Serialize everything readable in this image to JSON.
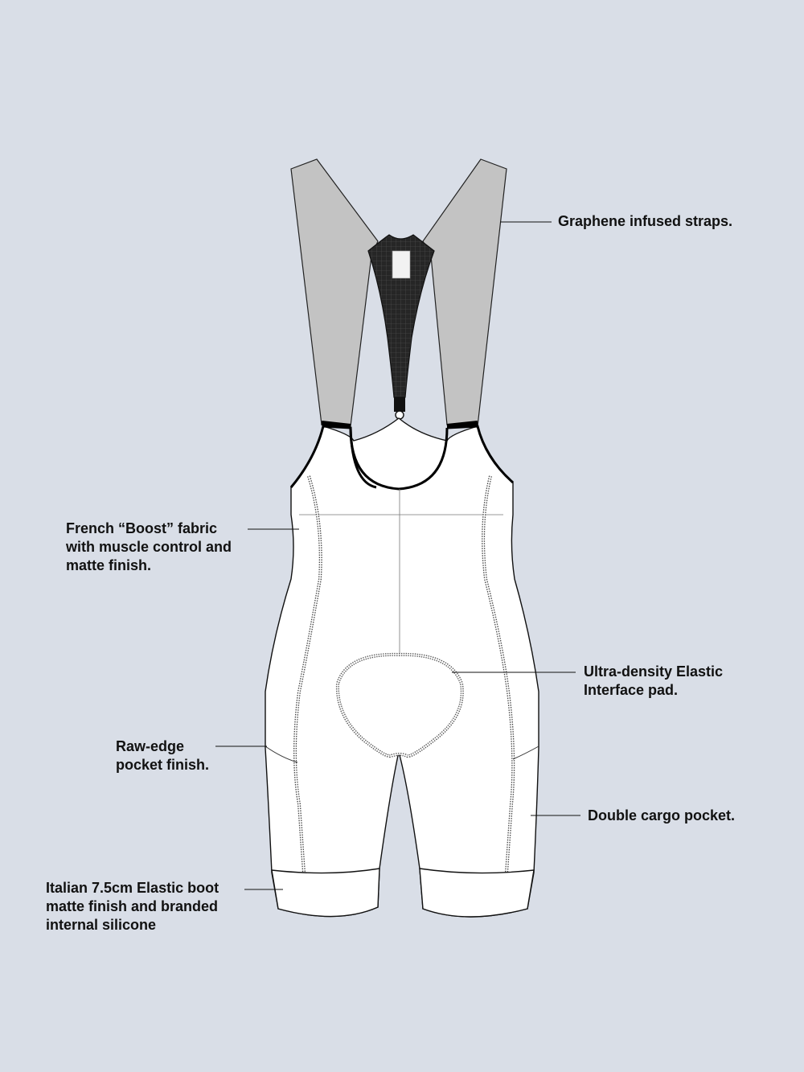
{
  "colors": {
    "background": "#d9dee7",
    "garment": "#ffffff",
    "strap": "#c3c3c3",
    "mesh": "#2a2a2a",
    "outline": "#000000",
    "leader_line": "#111111"
  },
  "callouts": {
    "straps": {
      "lines": [
        "Graphene infused straps."
      ]
    },
    "fabric": {
      "lines": [
        "French “Boost” fabric",
        "with muscle control and",
        "matte finish."
      ]
    },
    "pad": {
      "lines": [
        "Ultra-density Elastic",
        "Interface pad."
      ]
    },
    "pocket_finish": {
      "lines": [
        "Raw-edge",
        "pocket finish."
      ]
    },
    "cargo": {
      "lines": [
        "Double cargo pocket."
      ]
    },
    "boot": {
      "lines": [
        "Italian 7.5cm Elastic boot",
        "matte finish and branded",
        "internal silicone"
      ]
    }
  }
}
